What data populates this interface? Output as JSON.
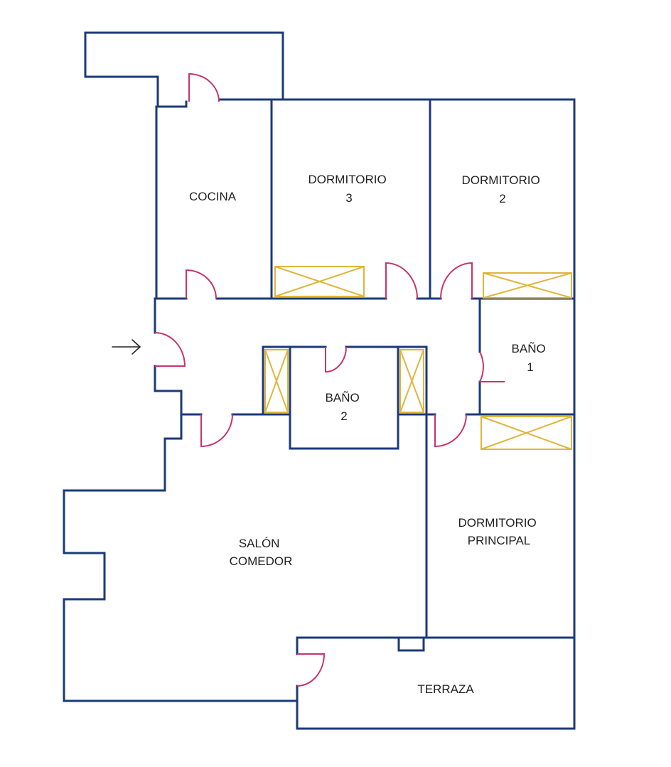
{
  "colors": {
    "walls": "#1b3a7a",
    "doors": "#c8336b",
    "closets": "#e0b53a",
    "text": "#222222"
  },
  "icons": {
    "entrance": "entrance-arrow-icon"
  },
  "rooms": {
    "cocina": [
      "COCINA"
    ],
    "dormitorio_3": [
      "DORMITORIO",
      "3"
    ],
    "dormitorio_2": [
      "DORMITORIO",
      "2"
    ],
    "bano_1": [
      "BAÑO",
      "1"
    ],
    "bano_2": [
      "BAÑO",
      "2"
    ],
    "salon_comedor": [
      "SALÓN",
      "COMEDOR"
    ],
    "dormitorio_principal": [
      "DORMITORIO",
      "PRINCIPAL"
    ],
    "terraza": [
      "TERRAZA"
    ]
  }
}
